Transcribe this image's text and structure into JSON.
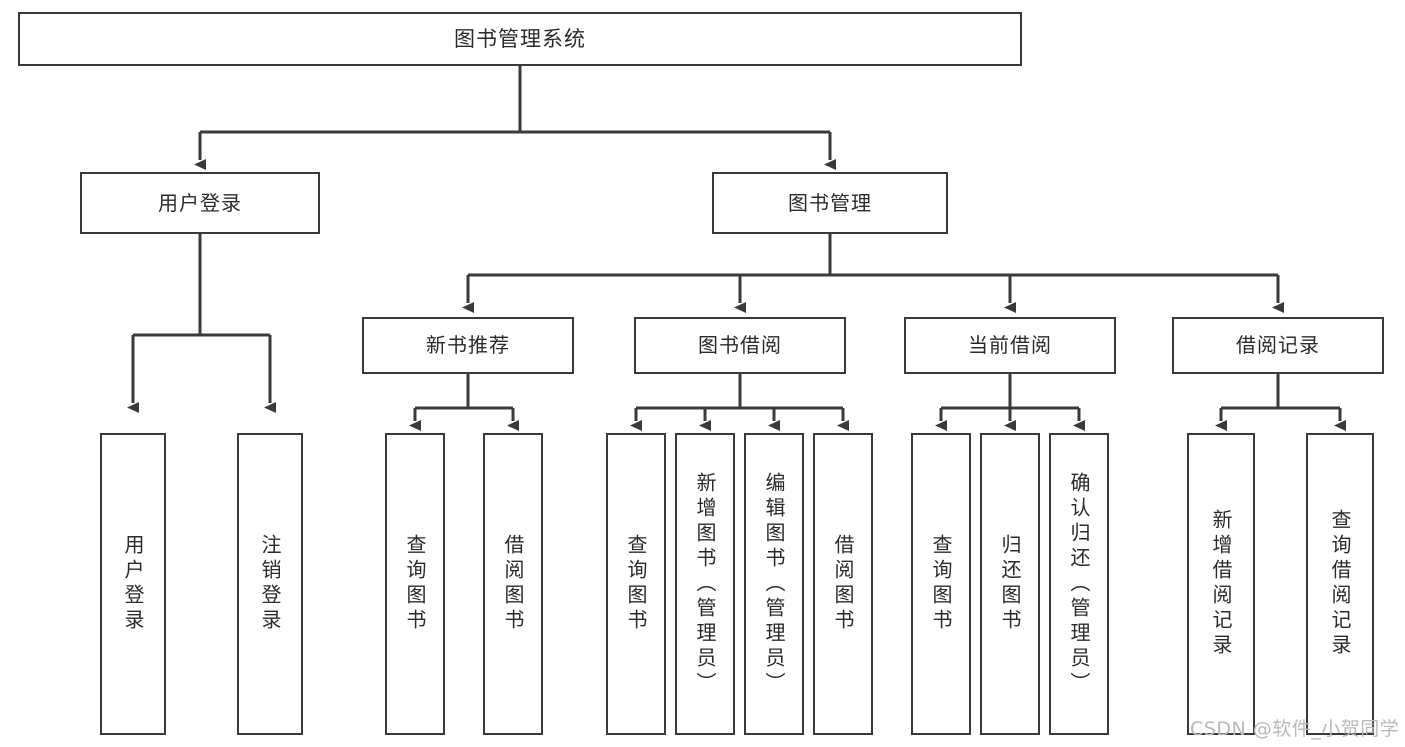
{
  "diagram": {
    "title": "图书管理系统",
    "type": "tree-hierarchy",
    "root": {
      "id": "root",
      "label": "图书管理系统"
    },
    "level1": [
      {
        "id": "user-login",
        "label": "用户登录"
      },
      {
        "id": "book-manage",
        "label": "图书管理"
      }
    ],
    "level2": [
      {
        "id": "new-book-recommend",
        "label": "新书推荐",
        "parent": "book-manage"
      },
      {
        "id": "book-borrow",
        "label": "图书借阅",
        "parent": "book-manage"
      },
      {
        "id": "current-borrow",
        "label": "当前借阅",
        "parent": "book-manage"
      },
      {
        "id": "borrow-record",
        "label": "借阅记录",
        "parent": "book-manage"
      }
    ],
    "leaves": [
      {
        "id": "leaf-user-login",
        "label": "用户登录",
        "parent": "user-login"
      },
      {
        "id": "leaf-user-logout",
        "label": "注销登录",
        "parent": "user-login"
      },
      {
        "id": "leaf-query-book-1",
        "label": "查询图书",
        "parent": "new-book-recommend"
      },
      {
        "id": "leaf-borrow-book-1",
        "label": "借阅图书",
        "parent": "new-book-recommend"
      },
      {
        "id": "leaf-query-book-2",
        "label": "查询图书",
        "parent": "book-borrow"
      },
      {
        "id": "leaf-add-book",
        "label": "新增图书（管理员）",
        "parent": "book-borrow"
      },
      {
        "id": "leaf-edit-book",
        "label": "编辑图书（管理员）",
        "parent": "book-borrow"
      },
      {
        "id": "leaf-borrow-book-2",
        "label": "借阅图书",
        "parent": "book-borrow"
      },
      {
        "id": "leaf-query-book-3",
        "label": "查询图书",
        "parent": "current-borrow"
      },
      {
        "id": "leaf-return-book",
        "label": "归还图书",
        "parent": "current-borrow"
      },
      {
        "id": "leaf-confirm-return",
        "label": "确认归还（管理员）",
        "parent": "current-borrow"
      },
      {
        "id": "leaf-add-record",
        "label": "新增借阅记录",
        "parent": "borrow-record"
      },
      {
        "id": "leaf-query-record",
        "label": "查询借阅记录",
        "parent": "borrow-record"
      }
    ],
    "colors": {
      "box_border": "#3a3a3a",
      "box_fill": "#ffffff",
      "text": "#2b2b2b",
      "connector": "#3a3a3a",
      "watermark": "#b9b9b9",
      "background": "#ffffff"
    }
  },
  "watermark": {
    "text": "CSDN @软件_小贺同学"
  }
}
